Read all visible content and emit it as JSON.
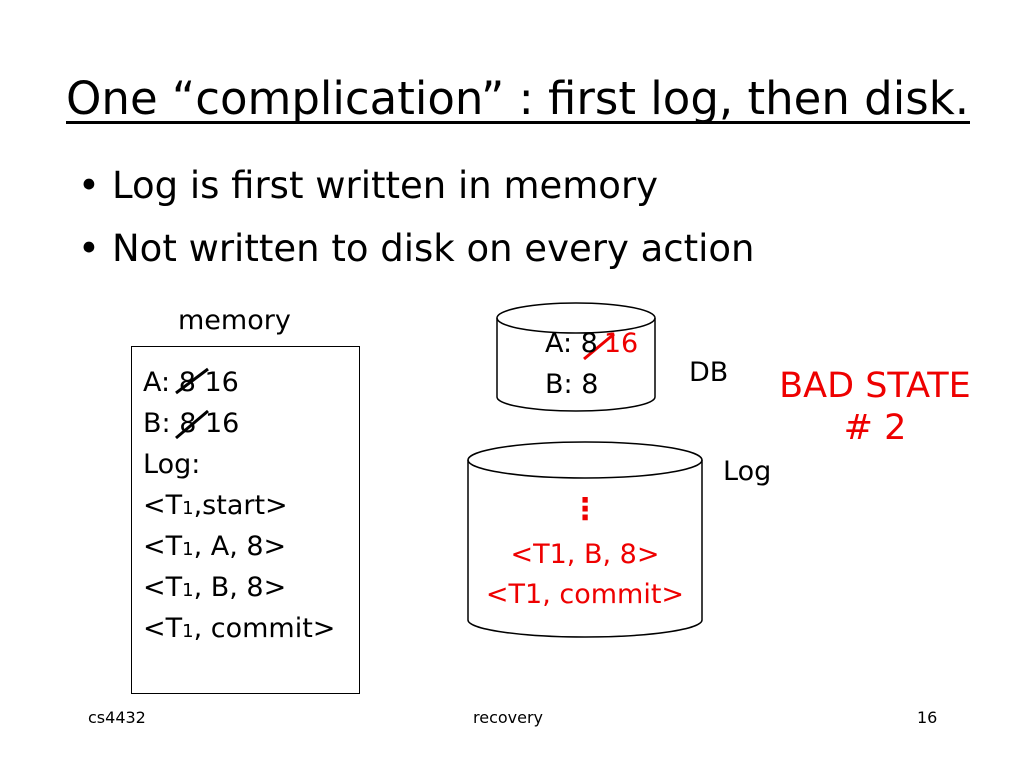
{
  "slide": {
    "title": "One “complication” : first log, then disk.",
    "bullets": [
      "Log is first written in memory",
      "Not written to disk on every action"
    ]
  },
  "memory": {
    "label": "memory",
    "a_prefix": "A:",
    "a_old": "8",
    "a_new": "16",
    "b_prefix": "B:",
    "b_old": "8",
    "b_new": "16",
    "log_heading": "Log:",
    "entries": [
      {
        "open": "<T",
        "sub": "1",
        "rest": ",start>"
      },
      {
        "open": "<T",
        "sub": "1",
        "rest": ", A, 8>"
      },
      {
        "open": "<T",
        "sub": "1",
        "rest": ", B, 8>"
      },
      {
        "open": "<T",
        "sub": "1",
        "rest": ", commit>"
      }
    ]
  },
  "db": {
    "label": "DB",
    "a_text": "A: 8",
    "a_new": "16",
    "b_text": "B: 8"
  },
  "disk_log": {
    "label": "Log",
    "ellipsis": "⋮",
    "entries": [
      "<T1, B, 8>",
      "<T1, commit>"
    ]
  },
  "bad_state": {
    "line1": "BAD STATE",
    "line2": "# 2"
  },
  "footer": {
    "course": "cs4432",
    "topic": "recovery",
    "page": "16"
  },
  "colors": {
    "highlight": "#ee0000",
    "text": "#000000"
  }
}
